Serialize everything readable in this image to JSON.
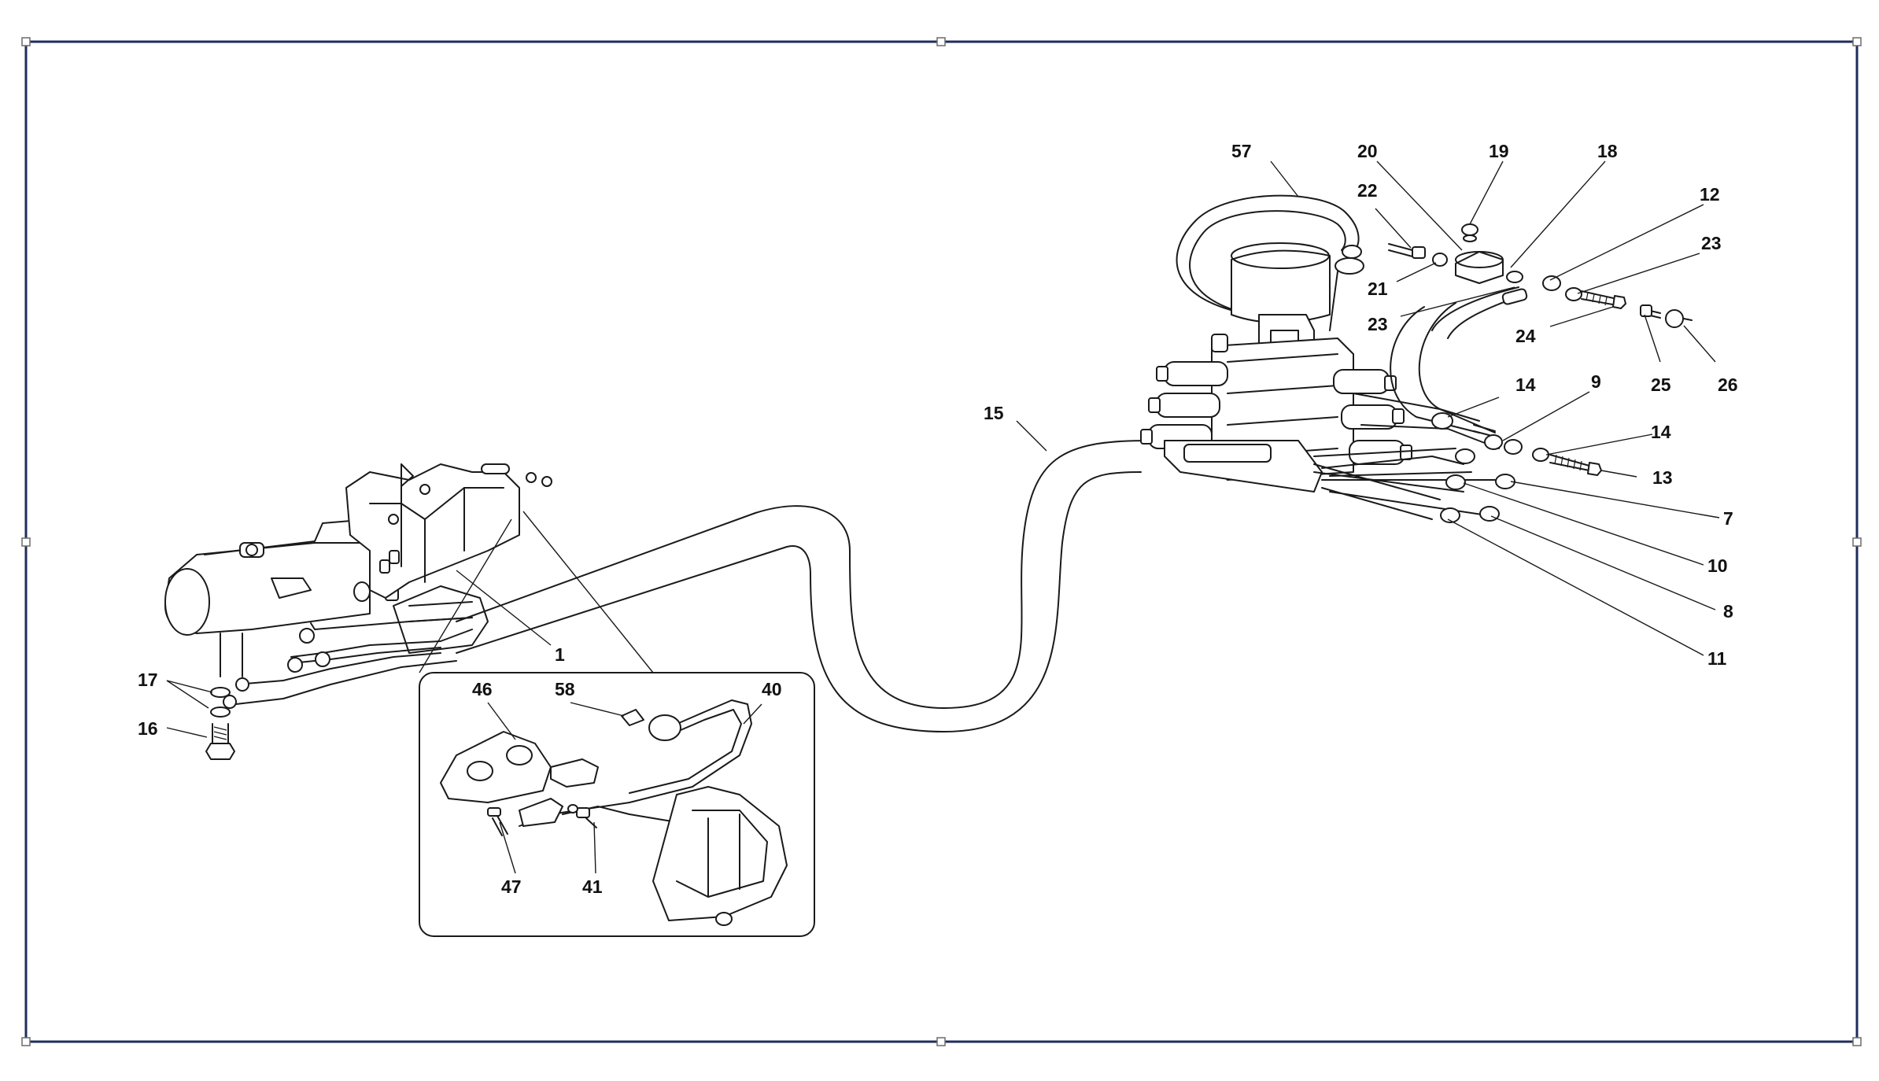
{
  "colors": {
    "frame": "#1f2d5c",
    "ink": "#1a1a1a",
    "background": "#ffffff"
  },
  "callouts": {
    "p57": "57",
    "p20": "20",
    "p19": "19",
    "p18": "18",
    "p22": "22",
    "p12": "12",
    "p21": "21",
    "p23a": "23",
    "p23b": "23",
    "p24": "24",
    "p25": "25",
    "p26": "26",
    "p14a": "14",
    "p9": "9",
    "p14b": "14",
    "p13": "13",
    "p7": "7",
    "p10": "10",
    "p8": "8",
    "p11": "11",
    "p15": "15",
    "p1": "1",
    "p17": "17",
    "p16": "16",
    "p46": "46",
    "p58": "58",
    "p40": "40",
    "p47": "47",
    "p41": "41"
  }
}
